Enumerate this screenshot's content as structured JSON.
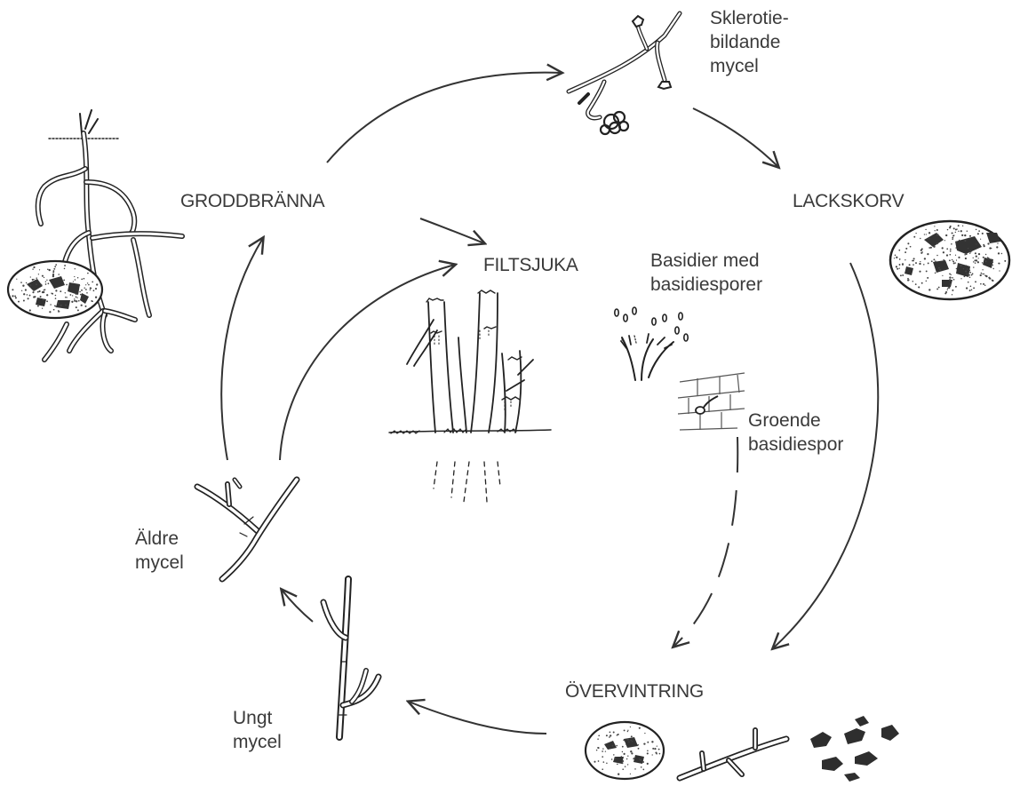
{
  "stages": {
    "groddbranna": "GRODDBRÄNNA",
    "filtsjuka": "FILTSJUKA",
    "lackskorv": "LACKSKORV",
    "overvintring": "ÖVERVINTRING"
  },
  "notes": {
    "sklerotie": "Sklerotie-\nbildande\nmycel",
    "basidier": "Basidier med\nbasidiesporer",
    "groende": "Groende\nbasidiespor",
    "aldre": "Äldre\nmycel",
    "ungt": "Ungt\nmycel"
  }
}
